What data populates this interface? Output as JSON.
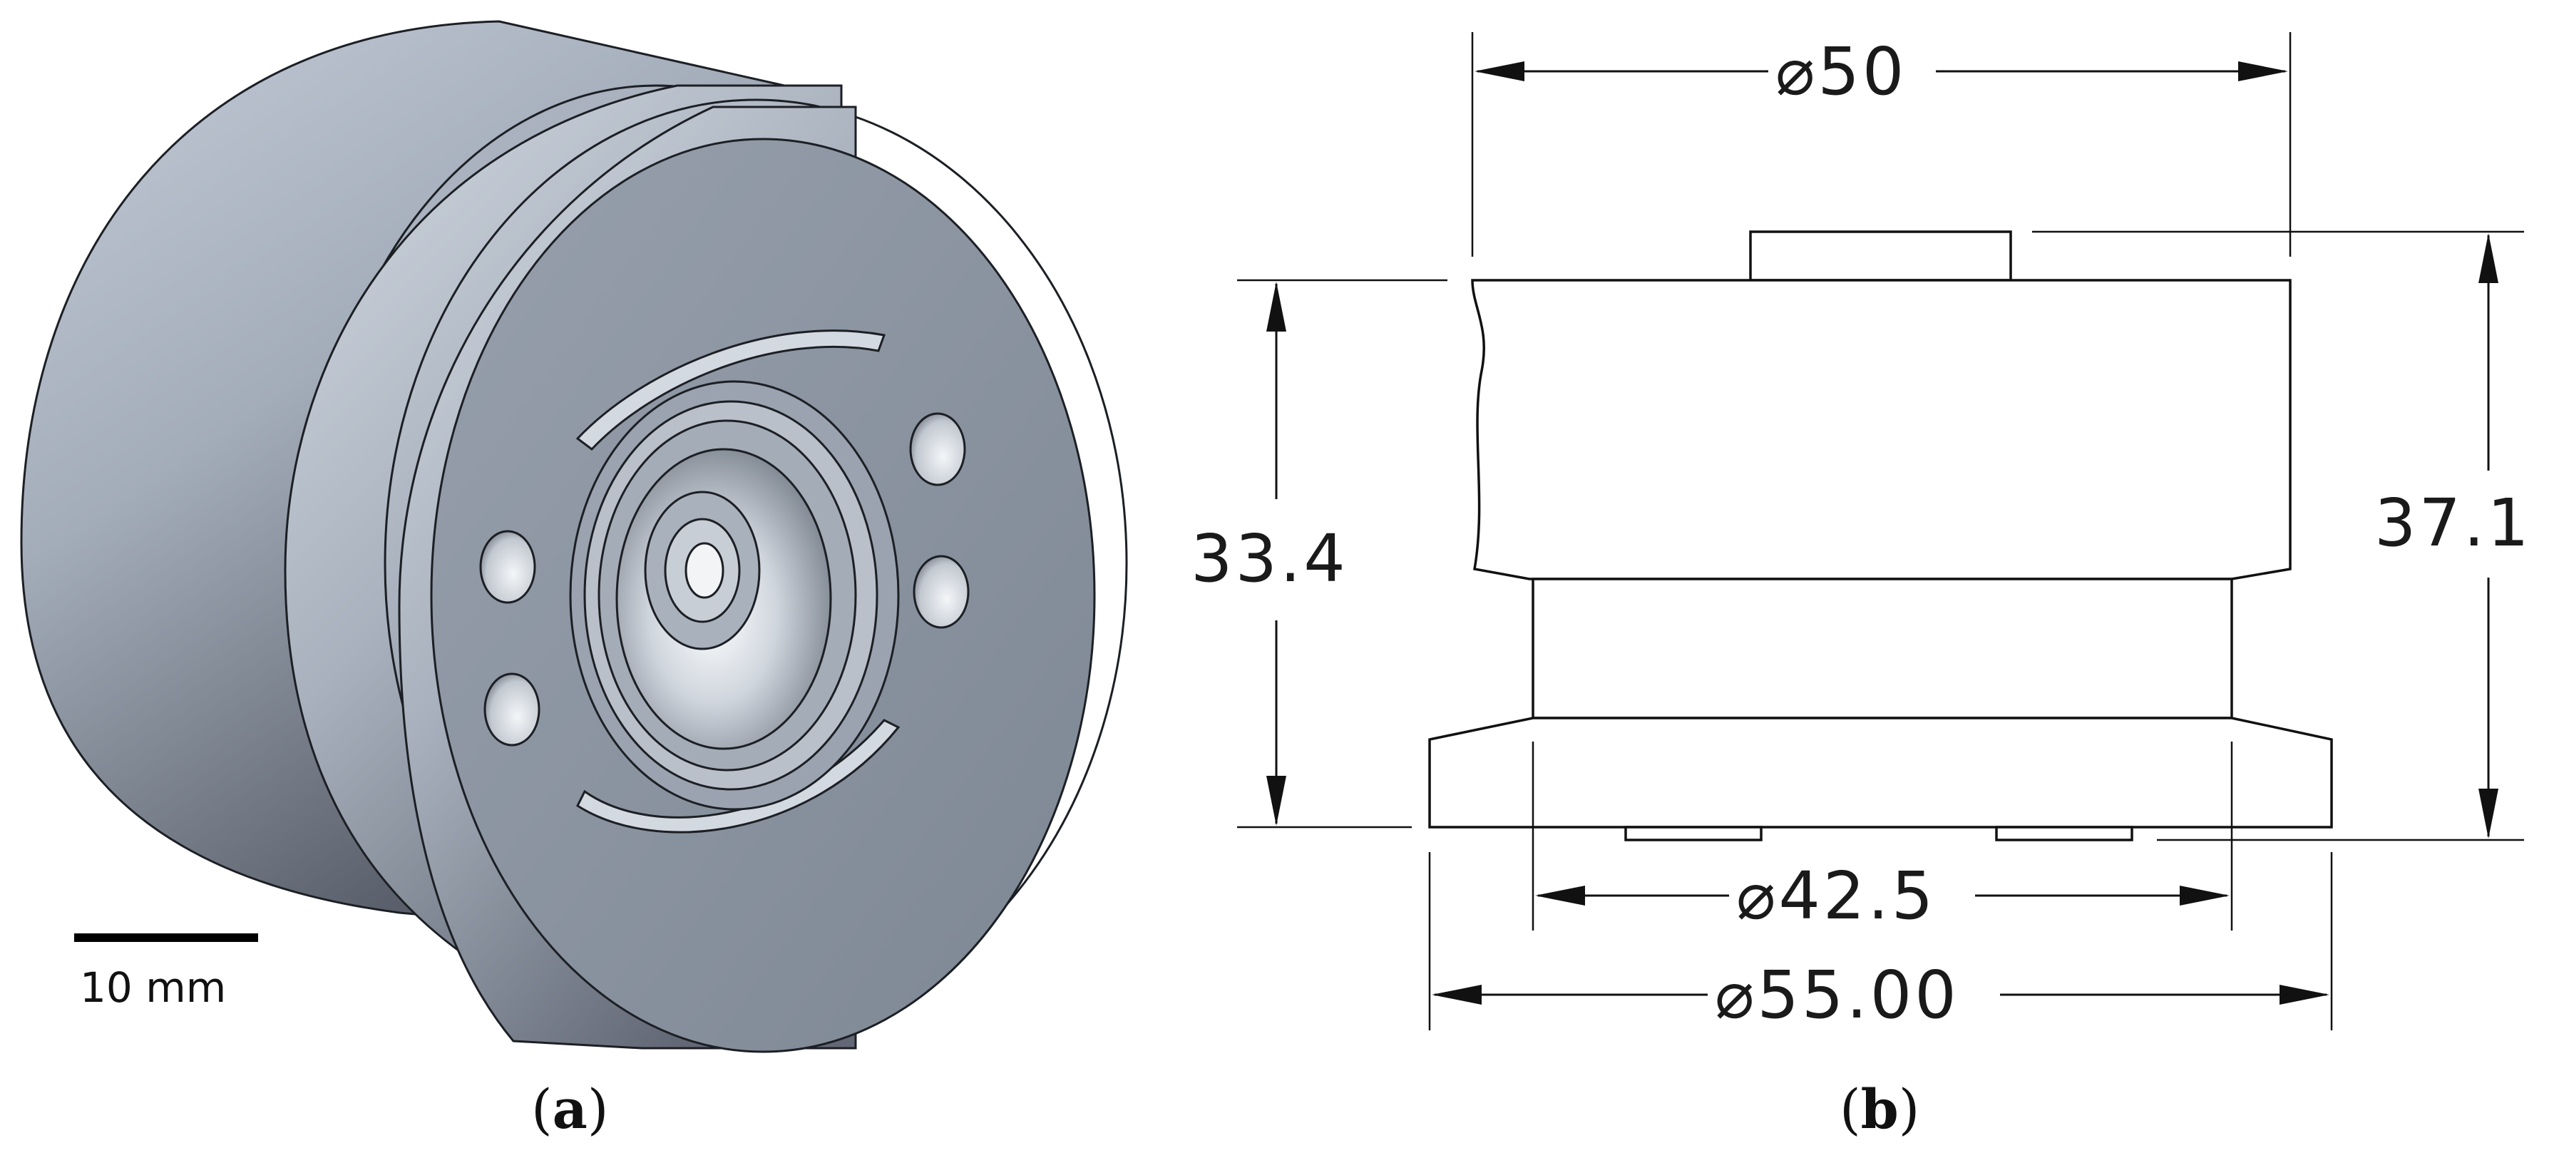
{
  "panel_a": {
    "scale_bar_label": "10 mm",
    "caption_open": "(",
    "caption_letter": "a",
    "caption_close": ")",
    "colors": {
      "body_light": "#c9d0db",
      "body_mid": "#9aa3b0",
      "body_dark": "#5a606b",
      "face": "#8a94a1"
    }
  },
  "panel_b": {
    "dim_top_diameter": "⌀50",
    "dim_left_height": "33.4",
    "dim_right_height": "37.1",
    "dim_groove_diameter": "⌀42.5",
    "dim_flange_diameter": "⌀55.00",
    "caption_open": "(",
    "caption_letter": "b",
    "caption_close": ")"
  }
}
